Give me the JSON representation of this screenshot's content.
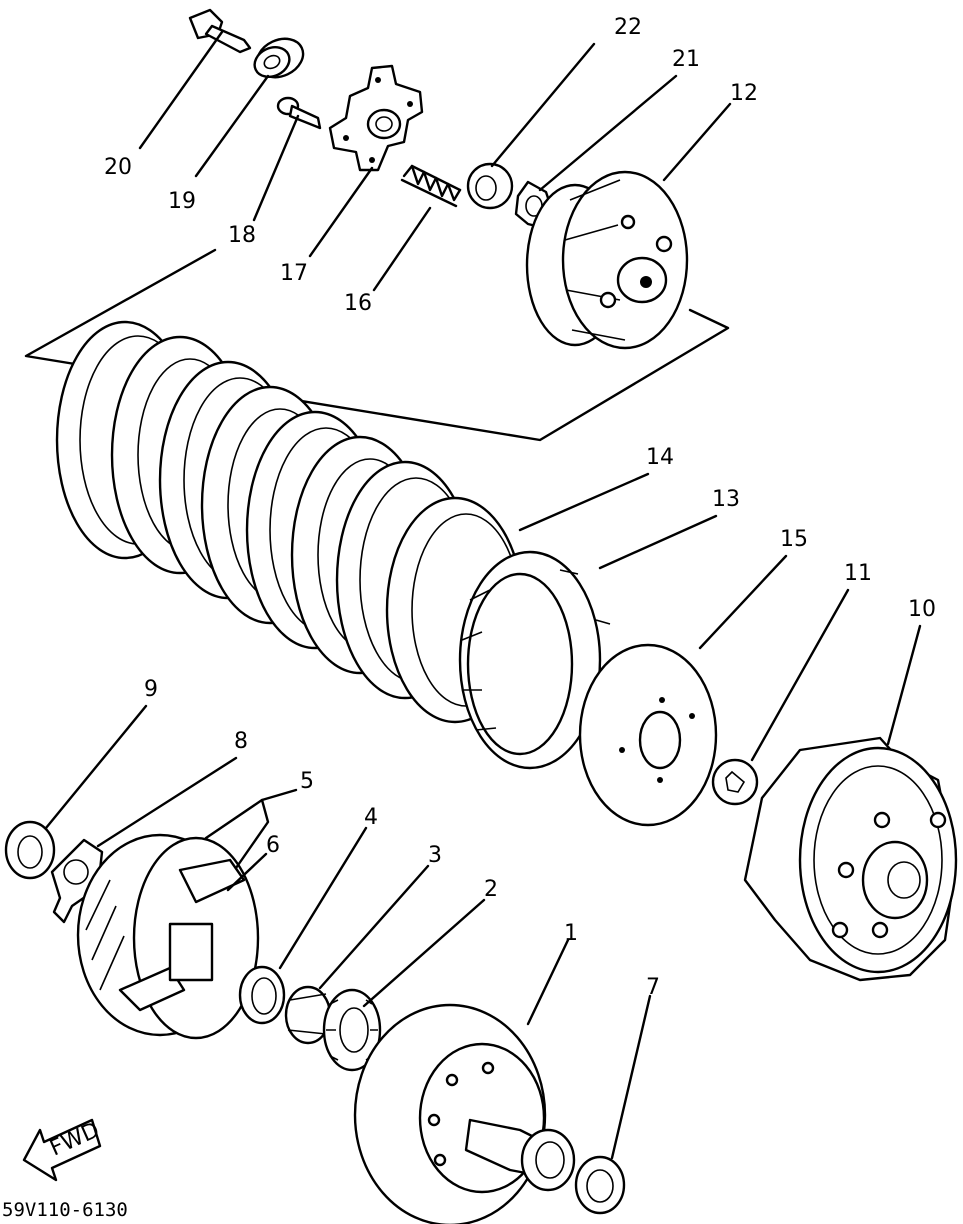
{
  "callouts": [
    "20",
    "19",
    "18",
    "17",
    "16",
    "22",
    "21",
    "12",
    "14",
    "13",
    "15",
    "11",
    "10",
    "9",
    "8",
    "5",
    "6",
    "4",
    "3",
    "2",
    "1",
    "7"
  ],
  "fwd_label": "FWD",
  "diagram_code": "59V110-6130",
  "icons": [
    "bolt-icon",
    "bearing-icon",
    "screw-icon",
    "pressure-plate-icon",
    "spring-icon",
    "nut-icon",
    "lock-washer-icon",
    "clutch-boss-icon",
    "clutch-plate-icon",
    "friction-plate-icon",
    "cushion-plate-icon",
    "clutch-housing-icon",
    "thrust-washer-icon",
    "shoe-assembly-icon",
    "needle-bearing-icon",
    "primary-gear-icon",
    "fwd-arrow-icon"
  ]
}
